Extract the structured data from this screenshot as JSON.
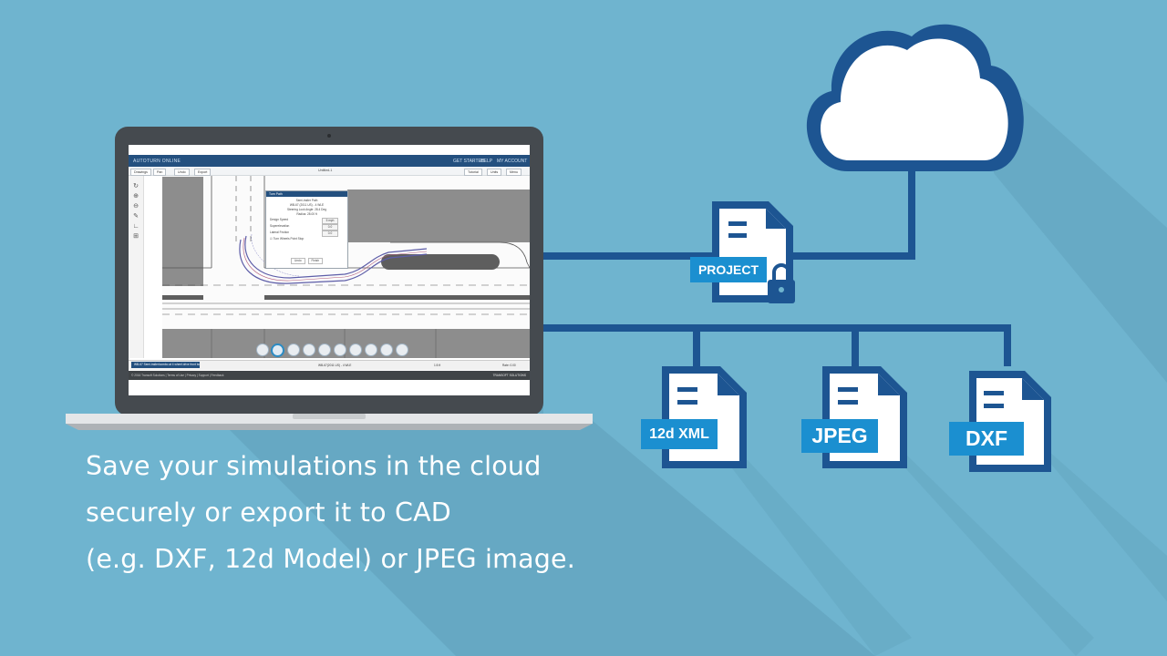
{
  "caption": {
    "line1": "Save your simulations in the cloud",
    "line2": "securely or export it to CAD",
    "line3": "(e.g. DXF, 12d Model) or JPEG image."
  },
  "files": {
    "project": "PROJECT",
    "xml12d": "12d XML",
    "jpeg": "JPEG",
    "dxf": "DXF"
  },
  "app": {
    "logo": "AUTOTURN ONLINE",
    "nav": [
      "GET STARTED",
      "HELP",
      "MY ACCOUNT"
    ],
    "toolbar_left": [
      "Drawings",
      "Pan",
      "Undo",
      "Export"
    ],
    "toolbar_center": "Untitled-1",
    "toolbar_right": [
      "Tutorial",
      "Units",
      "Menu"
    ],
    "dialog": {
      "title": "Turn Path",
      "lines": [
        "Semi-trailer Path",
        "WB-67 (2011 US) - 4 WLE",
        "Steering Lock Angle: 28.4 Deg",
        "Radius: 28.00 ft"
      ],
      "rows": [
        {
          "label": "Design Speed",
          "value": "5 mph"
        },
        {
          "label": "Superelevation",
          "value": "0.0"
        },
        {
          "label": "Lateral Friction",
          "value": "0.0"
        }
      ],
      "checkbox_label": "Turn Wheels Point Stop",
      "buttons": [
        "Undo",
        "Finish"
      ]
    },
    "status": {
      "notice": "WB-67 Semi-trailer/combo at 4 wheel drive front body, has 4 axles",
      "vehicle": "WB-67(2011 US) - 4 WLE",
      "units": "1:5 ft",
      "coord": "Rate: 0.00"
    },
    "footer": {
      "links": "© 2016 Transoft Solutions | Terms of Use | Privacy | Support | Feedback",
      "brand": "TRANSOFT SOLUTIONS"
    }
  },
  "colors": {
    "background": "#6fb4cf",
    "navy": "#1d5592",
    "label_blue": "#1b8fd0",
    "app_header": "#24507f"
  }
}
